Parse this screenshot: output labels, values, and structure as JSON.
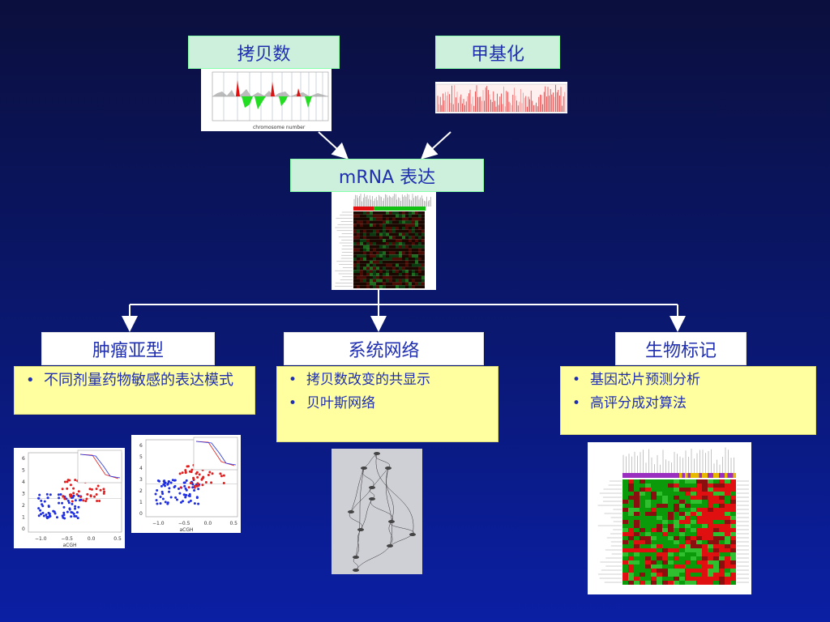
{
  "top": {
    "copy_number": "拷贝数",
    "methylation": "甲基化"
  },
  "center": {
    "mrna": "mRNA 表达"
  },
  "categories": {
    "subtypes": {
      "title": "肿瘤亚型",
      "bullets": [
        "不同剂量药物敏感的表达模式"
      ]
    },
    "network": {
      "title": "系统网络",
      "bullets": [
        "拷贝数改变的共显示",
        "贝叶斯网络"
      ]
    },
    "biomarker": {
      "title": "生物标记",
      "bullets": [
        "基因芯片预测分析",
        "高评分成对算法"
      ]
    }
  },
  "colors": {
    "title_text": "#1f2fb0",
    "mint_box": "#ccf0dc",
    "note_box": "#ffffa0",
    "arrow": "#ffffff"
  }
}
